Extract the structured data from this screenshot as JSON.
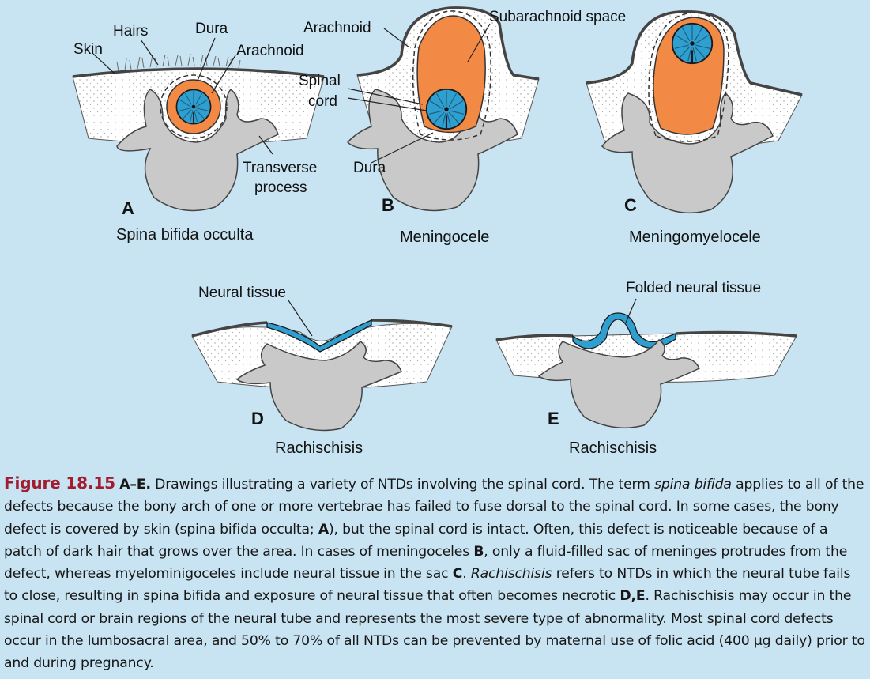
{
  "panels": {
    "a": {
      "letter": "A",
      "title": "Spina bifida occulta"
    },
    "b": {
      "letter": "B",
      "title": "Meningocele"
    },
    "c": {
      "letter": "C",
      "title": "Meningomyelocele"
    },
    "d": {
      "letter": "D",
      "title": "Rachischisis"
    },
    "e": {
      "letter": "E",
      "title": "Rachischisis"
    }
  },
  "labels": {
    "skin": "Skin",
    "hairs": "Hairs",
    "dura_a": "Dura",
    "arachnoid_a": "Arachnoid",
    "transverse_1": "Transverse",
    "transverse_2": "process",
    "arachnoid_b": "Arachnoid",
    "spinal_1": "Spinal",
    "spinal_2": "cord",
    "dura_b": "Dura",
    "subarachnoid": "Subarachnoid space",
    "neural_tissue": "Neural tissue",
    "folded_neural": "Folded neural tissue"
  },
  "caption": {
    "figure_label": "Figure 18.15",
    "panels_ref": "A–E.",
    "s1": " Drawings illustrating a variety of NTDs involving the spinal cord. The term ",
    "i1": "spina bifida",
    "s2": " applies to all of the defects because the bony arch of one or more vertebrae has failed to fuse dorsal to the spinal cord. In some cases, the bony defect is covered by skin (spina bifida occulta; ",
    "b1": "A",
    "s3": "), but the spinal cord is intact. Often, this defect is noticeable because of a patch of dark hair that grows over the area. In cases of meningoceles ",
    "b2": "B",
    "s4": ", only a fluid-filled sac of meninges protrudes from the defect, whereas myelominigoceles include neural tissue in the sac ",
    "b3": "C",
    "s5": ". ",
    "i2": "Rachischisis",
    "s6": " refers to NTDs in which the neural tube fails to close, resulting in spina bifida and exposure of neural tissue that often becomes necrotic ",
    "b4": "D,E",
    "s7": ". Rachischisis may occur in the spinal cord or brain regions of the neural tube and represents the most severe type of abnormality. Most spinal cord defects occur in the lumbosacral area, and 50% to 70% of all NTDs can be prevented by maternal use of folic acid (400 μg daily) prior to and during pregnancy."
  },
  "colors": {
    "background": "#c8e3f1",
    "bone": "#c9c9c9",
    "csf": "#f28a45",
    "neural": "#2f9fd0",
    "figure_label": "#a01c2e"
  }
}
